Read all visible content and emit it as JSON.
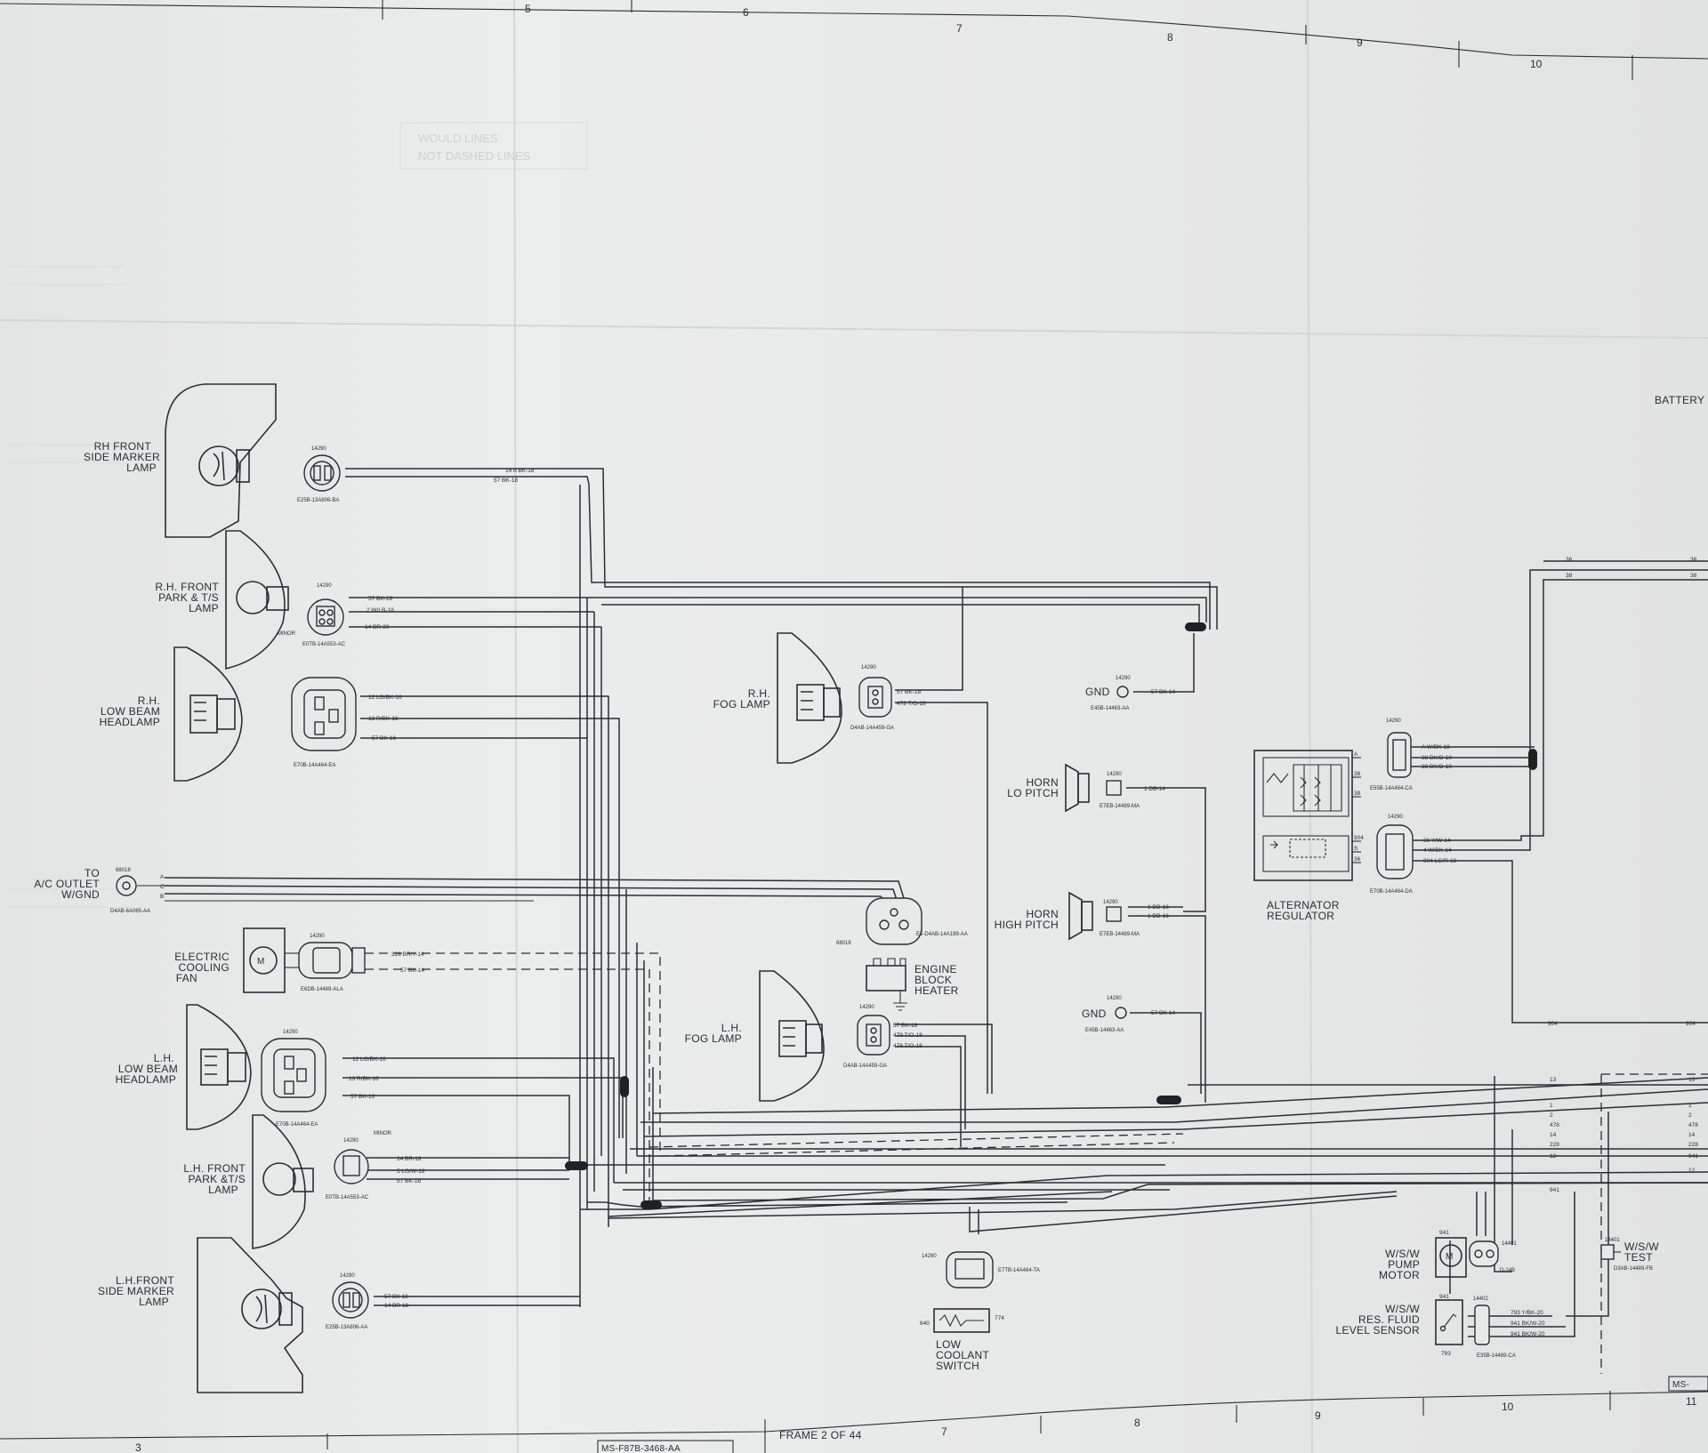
{
  "grid": {
    "top": [
      "5",
      "6",
      "7",
      "8",
      "9",
      "10"
    ],
    "bottom": [
      "3",
      "7",
      "8",
      "9",
      "10",
      "11"
    ]
  },
  "footer": {
    "frame": "FRAME 2 OF 44",
    "drawing_number": "MS-F87B-3468-AA",
    "right_tag": "MS-"
  },
  "labels": {
    "battery": "BATTERY",
    "rh_side_marker": [
      "RH FRONT",
      "SIDE MARKER",
      "LAMP"
    ],
    "rh_park": [
      "R.H. FRONT",
      "PARK & T/S",
      "LAMP"
    ],
    "rh_low_beam": [
      "R.H.",
      "LOW BEAM",
      "HEADLAMP"
    ],
    "ac_outlet": [
      "TO",
      "A/C OUTLET",
      "W/GND"
    ],
    "electric_fan": [
      "ELECTRIC",
      "COOLING",
      "FAN"
    ],
    "lh_low_beam": [
      "L.H.",
      "LOW BEAM",
      "HEADLAMP"
    ],
    "lh_park": [
      "L.H. FRONT",
      "PARK &T/S",
      "LAMP"
    ],
    "lh_side_marker": [
      "L.H.FRONT",
      "SIDE MARKER",
      "LAMP"
    ],
    "rh_fog": [
      "R.H.",
      "FOG LAMP"
    ],
    "lh_fog": [
      "L.H.",
      "FOG LAMP"
    ],
    "engine_block_heater": [
      "ENGINE",
      "BLOCK",
      "HEATER"
    ],
    "gnd": "GND",
    "horn_lo": [
      "HORN",
      "LO PITCH"
    ],
    "horn_high": [
      "HORN",
      "HIGH PITCH"
    ],
    "alternator": [
      "ALTERNATOR",
      "REGULATOR"
    ],
    "low_coolant": [
      "LOW",
      "COOLANT",
      "SWITCH"
    ],
    "wsw_pump": [
      "W/S/W",
      "PUMP",
      "MOTOR"
    ],
    "wsw_res": [
      "W/S/W",
      "RES. FLUID",
      "LEVEL SENSOR"
    ],
    "wsw_test": [
      "W/S/W",
      "TEST"
    ],
    "minor": "MINOR"
  },
  "connectors": {
    "c14290": "14290",
    "c68018": "68018",
    "c14401": "14401",
    "c14402": "14402",
    "rh_side_marker": "E25B-13A806-BA",
    "rh_park": "E0TB-14A553-AC",
    "rh_headlamp": "E70B-14A464-EA",
    "ac_outlet": "D4AB-6A065-AA",
    "fan": "E6DB-14489-ALA",
    "lh_headlamp": "E70B-14A464-EA",
    "lh_park": "E0TB-14A553-AC",
    "lh_side_marker": "E25B-13A806-AA",
    "rh_fog": "D4AB-14A459-GA",
    "lh_fog": "D4AB-14A459-GA",
    "heater": "E5-D4AB-14A199-AA",
    "gnd": "E45B-14463-AA",
    "horn": "E7EB-14489-MA",
    "alt_a": "E55B-14A464-CA",
    "alt_b": "E70B-14A464-DA",
    "coolant": "E7TB-14A464-TA",
    "res": "E35B-14489-CA",
    "pump": "D-14B",
    "test": "D3AB-14489-FB"
  },
  "wires": {
    "w14_bkl": "14 A BK-18",
    "w57_bk18": "57 BK-18",
    "w57_bk18b": "57 BK-18",
    "w2_wlb": "2 W/LB-18",
    "w14_br20": "14 BR-20",
    "w12_lgbk": "12 LG/BK-16",
    "w13_rbk": "13 R/BK-16",
    "w57_bk16": "57 BK-16",
    "w228": "228 BR/Y-14",
    "w57_bk14": "57 BK-14",
    "w14_br18": "14 BR-18",
    "w5_lgw": "5 LG/W-18",
    "w57b": "57 BK-18",
    "w57_bk18c": "57 BK 18",
    "w14_br18b": "14 BR 18",
    "w57_fog": "57 BK-18",
    "w478_to": "478 T/O-18",
    "w479_to": "479 T/O-18",
    "w1_db": "1 DB-16",
    "w1_db14": "1 DB-14",
    "w57_gnd": "57 BK-14",
    "alt_a": "A",
    "alt_38": "38",
    "alt_36": "36",
    "alt_904": "904",
    "alt_s": "S",
    "w_a_wbk": "A W/BK-18",
    "w_38_bko": "38 BK/O-10",
    "w_38b": "38 BK/O-10",
    "w_36_yw": "36 Y/W-14",
    "w_4_wbk": "4 W/BK-14",
    "w_904_lgr": "904 LG/R-18",
    "bus_13": "13",
    "bus_1": "1",
    "bus_2": "2",
    "bus_478": "478",
    "bus_14": "14",
    "bus_228": "228",
    "bus_941": "941",
    "bus_12": "12",
    "bus_36": "36",
    "bus_38": "38",
    "bus_904": "904",
    "w_793": "793 Y/BK-20",
    "w_941": "941 BK/W-20",
    "w_941b": "941 BK/W-20",
    "num_793": "793",
    "num_941": "941",
    "num_640": "640",
    "num_774": "774",
    "pin_a": "A",
    "pin_b": "B",
    "pin_c": "C"
  },
  "ghost_stamp": [
    "WOULD LINES",
    "NOT DASHED LINES"
  ]
}
